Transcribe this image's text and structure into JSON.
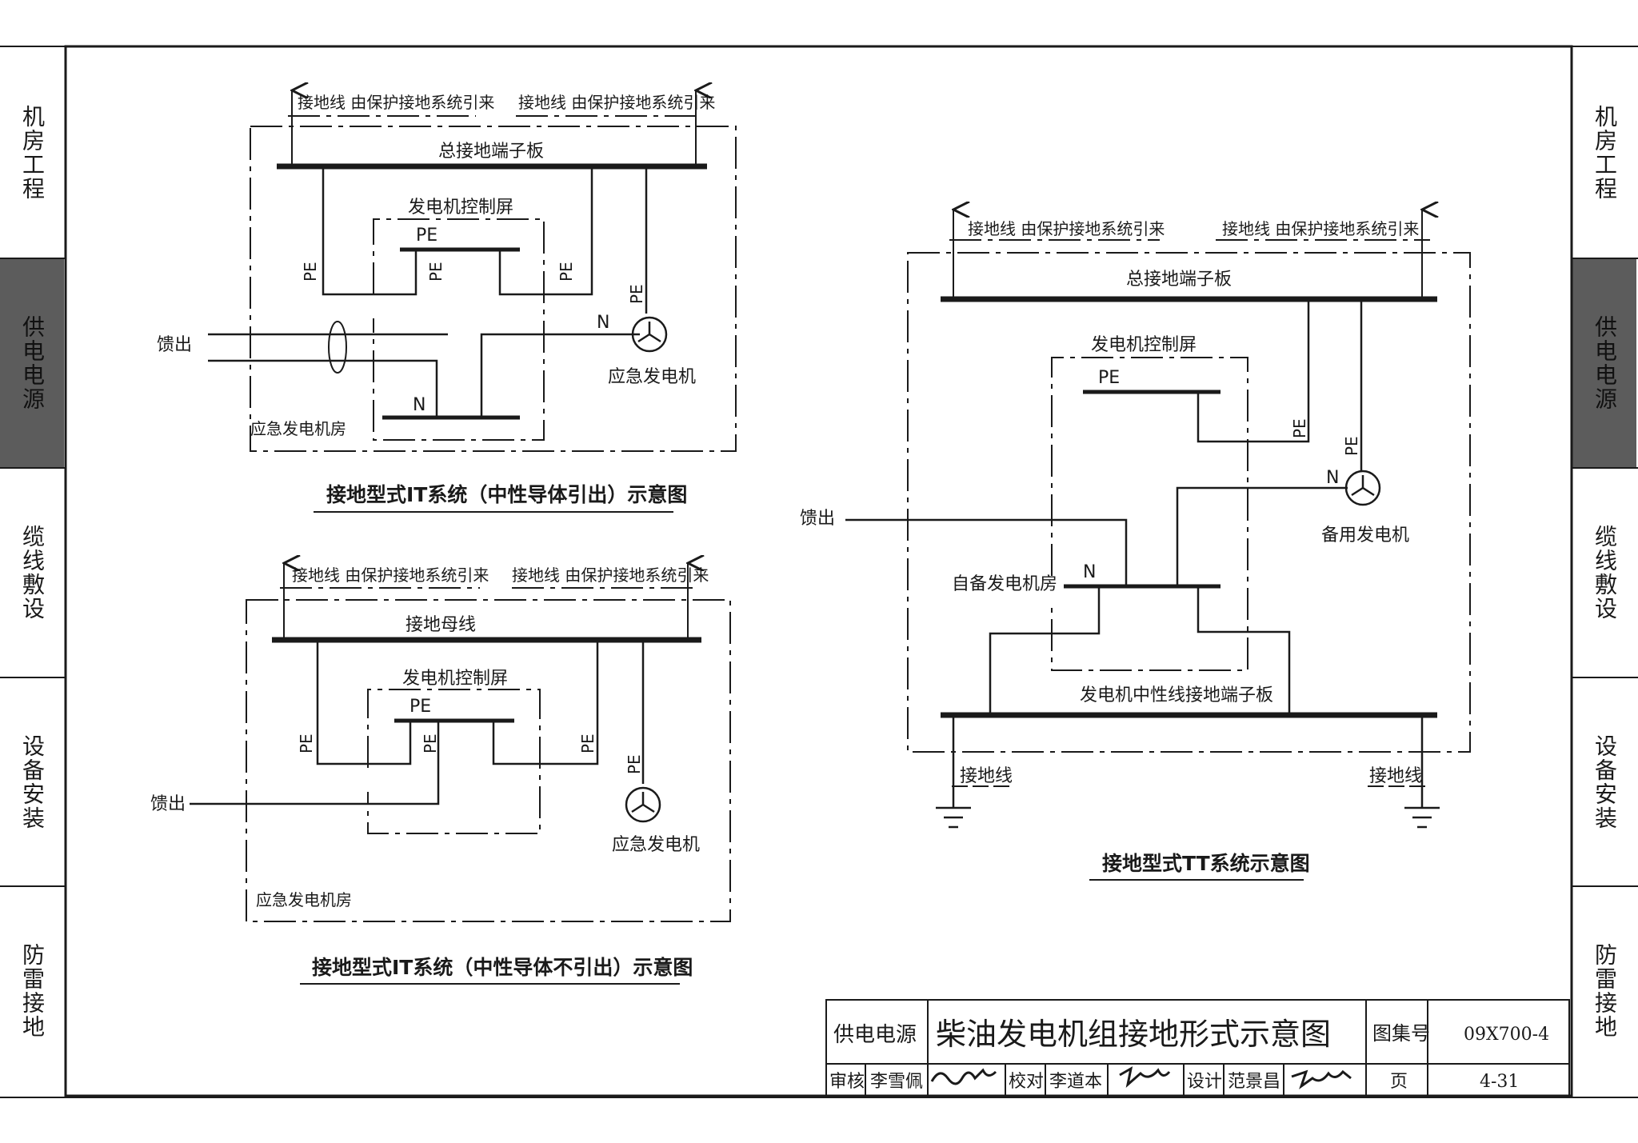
{
  "side_tabs": {
    "left": [
      "机房工程",
      "供电电源",
      "缆线敷设",
      "设备安装",
      "防雷接地"
    ],
    "right": [
      "机房工程",
      "供电电源",
      "缆线敷设",
      "设备安装",
      "防雷接地"
    ],
    "active_index": 1
  },
  "diagram1": {
    "ground_left": "接地线  由保护接地系统引来",
    "ground_right": "接地线  由保护接地系统引来",
    "main_bar": "总接地端子板",
    "panel": "发电机控制屏",
    "pe": "PE",
    "n": "N",
    "feeder": "馈出",
    "generator": "应急发电机",
    "room": "应急发电机房",
    "caption": "接地型式IT系统（中性导体引出）示意图"
  },
  "diagram2": {
    "ground_left": "接地线  由保护接地系统引来",
    "ground_right": "接地线  由保护接地系统引来",
    "main_bar": "接地母线",
    "panel": "发电机控制屏",
    "pe": "PE",
    "feeder": "馈出",
    "generator": "应急发电机",
    "room": "应急发电机房",
    "caption": "接地型式IT系统（中性导体不引出）示意图"
  },
  "diagram3": {
    "ground_left": "接地线  由保护接地系统引来",
    "ground_right": "接地线  由保护接地系统引来",
    "main_bar": "总接地端子板",
    "panel": "发电机控制屏",
    "pe": "PE",
    "n": "N",
    "feeder": "馈出",
    "generator": "备用发电机",
    "room": "自备发电机房",
    "neutral_bar": "发电机中性线接地端子板",
    "earth_left": "接地线",
    "earth_right": "接地线",
    "caption": "接地型式TT系统示意图"
  },
  "title_block": {
    "section": "供电电源",
    "title": "柴油发电机组接地形式示意图",
    "atlas_label": "图集号",
    "atlas_no": "09X700-4",
    "review_label": "审核",
    "reviewer": "李雪佩",
    "check_label": "校对",
    "checker": "李道本",
    "design_label": "设计",
    "designer": "范景昌",
    "page_label": "页",
    "page_no": "4-31"
  },
  "colors": {
    "ink": "#1a1a1a",
    "tab_active": "#5c5c5c"
  }
}
